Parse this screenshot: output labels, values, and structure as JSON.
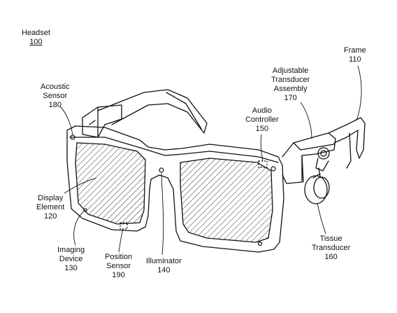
{
  "figure": {
    "headset": {
      "name": "Headset",
      "ref": "100"
    },
    "frame": {
      "name": "Frame",
      "ref": "110"
    },
    "adjustable_transducer": {
      "line1": "Adjustable",
      "line2": "Transducer",
      "line3": "Assembly",
      "ref": "170"
    },
    "acoustic_sensor": {
      "line1": "Acoustic",
      "line2": "Sensor",
      "ref": "180"
    },
    "audio_controller": {
      "line1": "Audio",
      "line2": "Controller",
      "ref": "150"
    },
    "display_element": {
      "line1": "Display",
      "line2": "Element",
      "ref": "120"
    },
    "imaging_device": {
      "line1": "Imaging",
      "line2": "Device",
      "ref": "130"
    },
    "position_sensor": {
      "line1": "Position",
      "line2": "Sensor",
      "ref": "190"
    },
    "illuminator": {
      "name": "Illuminator",
      "ref": "140"
    },
    "tissue_transducer": {
      "line1": "Tissue",
      "line2": "Transducer",
      "ref": "160"
    }
  }
}
